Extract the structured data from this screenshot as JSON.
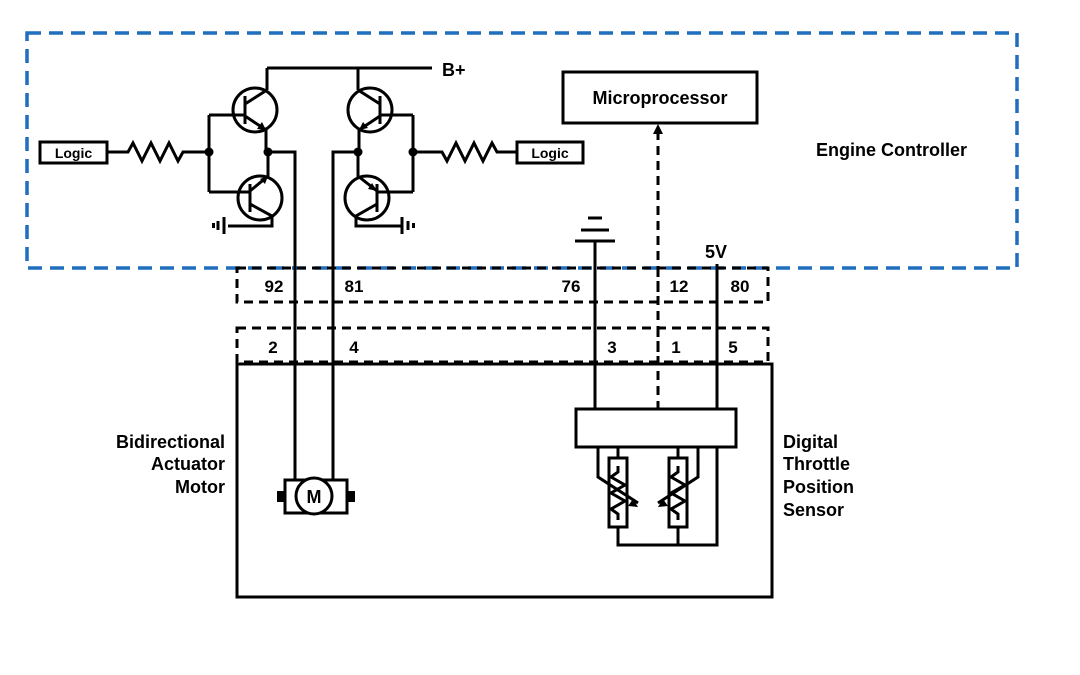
{
  "labels": {
    "engine_controller": "Engine Controller",
    "microprocessor": "Microprocessor",
    "b_plus": "B+",
    "five_v": "5V",
    "logic_left": "Logic",
    "logic_right": "Logic",
    "motor_symbol": "M",
    "motor_name": [
      "Bidirectional",
      "Actuator",
      "Motor"
    ],
    "sensor_name": [
      "Digital",
      "Throttle",
      "Position",
      "Sensor"
    ]
  },
  "connector_controller": {
    "pins": [
      "92",
      "81",
      "76",
      "12",
      "80"
    ]
  },
  "connector_component": {
    "pins": [
      "2",
      "4",
      "3",
      "1",
      "5"
    ]
  },
  "colors": {
    "controller_boundary": "#1f6fbe",
    "wire": "#000000"
  }
}
